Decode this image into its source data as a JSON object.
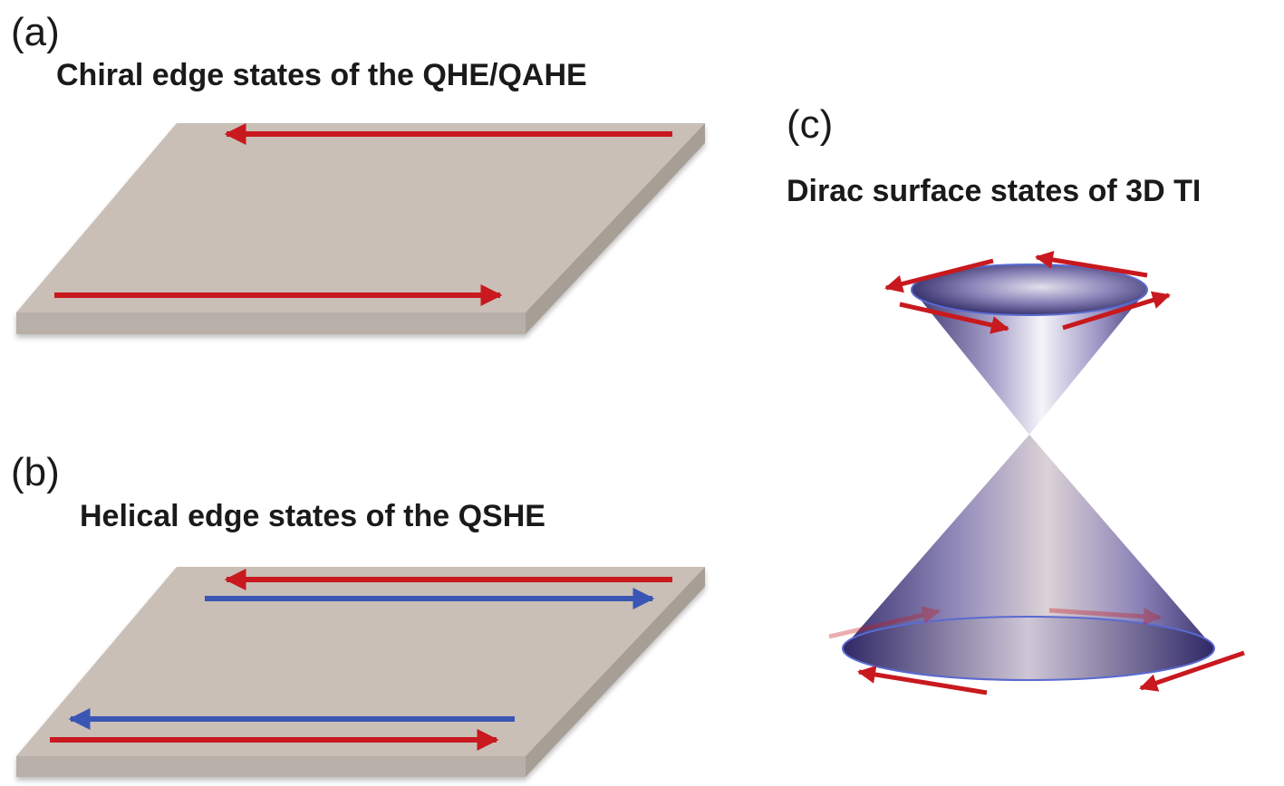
{
  "panels": {
    "a": {
      "label": "(a)",
      "title": "Chiral edge states of the QHE/QAHE"
    },
    "b": {
      "label": "(b)",
      "title": "Helical edge states of the QSHE"
    },
    "c": {
      "label": "(c)",
      "title": "Dirac surface states of 3D TI"
    }
  },
  "colors": {
    "slab_top": "#c9bfb6",
    "slab_side": "#a79e96",
    "slab_front": "#b8b0a8",
    "arrow_red": "#c8191e",
    "arrow_blue": "#3a56b4",
    "cone_dark": "#3c3470",
    "cone_light": "#f4f1f7",
    "cone_rim": "#5a6ad0"
  }
}
